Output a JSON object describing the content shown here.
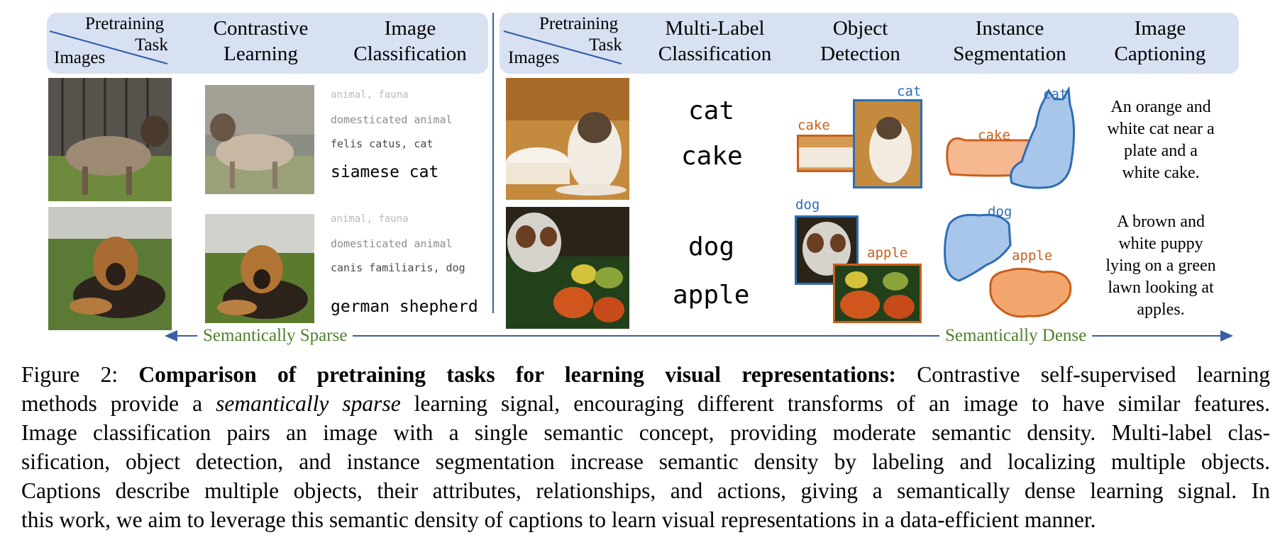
{
  "left_header": {
    "corner_top": "Pretraining",
    "corner_task": "Task",
    "corner_bottom": "Images",
    "col1_line1": "Contrastive",
    "col1_line2": "Learning",
    "col2_line1": "Image",
    "col2_line2": "Classification"
  },
  "right_header": {
    "corner_top": "Pretraining",
    "corner_task": "Task",
    "corner_bottom": "Images",
    "col1_line1": "Multi-Label",
    "col1_line2": "Classification",
    "col2_line1": "Object",
    "col2_line2": "Detection",
    "col3_line1": "Instance",
    "col3_line2": "Segmentation",
    "col4_line1": "Image",
    "col4_line2": "Captioning"
  },
  "classification": {
    "cat": [
      "animal, fauna",
      "domesticated animal",
      "felis catus, cat",
      "siamese cat"
    ],
    "dog": [
      "animal, fauna",
      "domesticated animal",
      "canis familiaris, dog",
      "german shepherd"
    ]
  },
  "multilabel": {
    "row1": [
      "cat",
      "cake"
    ],
    "row2": [
      "dog",
      "apple"
    ]
  },
  "detection": {
    "row1": {
      "blue": "cat",
      "orange": "cake"
    },
    "row2": {
      "blue": "dog",
      "orange": "apple"
    }
  },
  "segmentation": {
    "row1": {
      "blue": "cat",
      "orange": "cake"
    },
    "row2": {
      "blue": "dog",
      "orange": "apple"
    }
  },
  "captions": {
    "row1": [
      "An orange and",
      "white cat near a",
      "plate and a",
      "white cake."
    ],
    "row2": [
      "A brown and",
      "white puppy",
      "lying on a green",
      "lawn looking at",
      "apples."
    ]
  },
  "axis": {
    "sparse": "Semantically Sparse",
    "dense": "Semantically Dense"
  },
  "figure_caption": {
    "label": "Figure 2:",
    "bold": "Comparison of pretraining tasks for learning visual representations:",
    "line1_rest": "Contrastive self-supervised learning",
    "line2_pre": "methods provide a",
    "line2_italic": "semantically sparse",
    "line2_post": "learning signal, encouraging different transforms of an image to have similar features.",
    "line3": "Image classification pairs an image with a single semantic concept, providing moderate semantic density. Multi-label clas-",
    "line4": "sification, object detection, and instance segmentation increase semantic density by labeling and localizing multiple objects.",
    "line5": "Captions describe multiple objects, their attributes, relationships, and actions, giving a semantically dense learning signal. In",
    "line6": "this work, we aim to leverage this semantic density of captions to learn visual representations in a data-efficient manner."
  },
  "colors": {
    "band": "#d8e1f2",
    "blue": "#2e6db4",
    "orange": "#c8601c",
    "green": "#4f7f2b"
  }
}
